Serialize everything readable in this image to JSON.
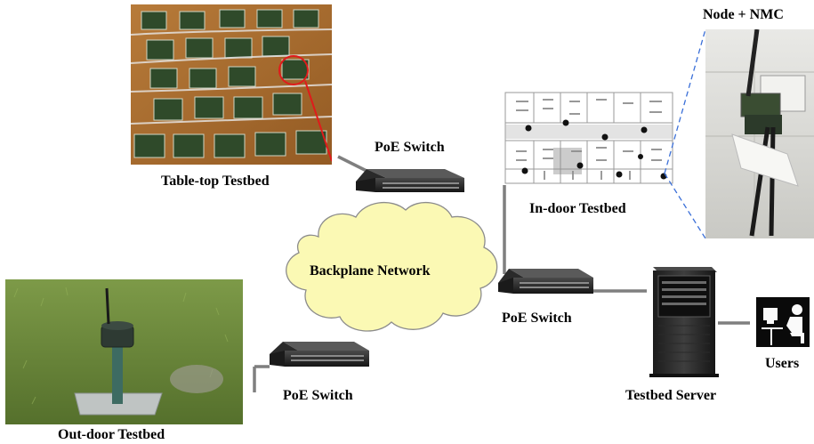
{
  "labels": {
    "table_top": "Table-top Testbed",
    "indoor": "In-door Testbed",
    "node_nmc": "Node + NMC",
    "outdoor": "Out-door Testbed",
    "backplane": "Backplane Network",
    "poe_top": "PoE Switch",
    "poe_mid": "PoE Switch",
    "poe_bottom": "PoE Switch",
    "server": "Testbed Server",
    "users": "Users"
  },
  "colors": {
    "cloud_fill": "#fbf9b4",
    "link_line": "#7f7f7f",
    "highlight": "#e01b1b",
    "zoom_line": "#3a6fd8",
    "board_bg": "#a86a2c",
    "grass": "#6a8a3a"
  },
  "icons": [
    "poe-switch-icon",
    "server-tower-icon",
    "user-workstation-icon",
    "cloud-icon",
    "floorplan-map"
  ]
}
